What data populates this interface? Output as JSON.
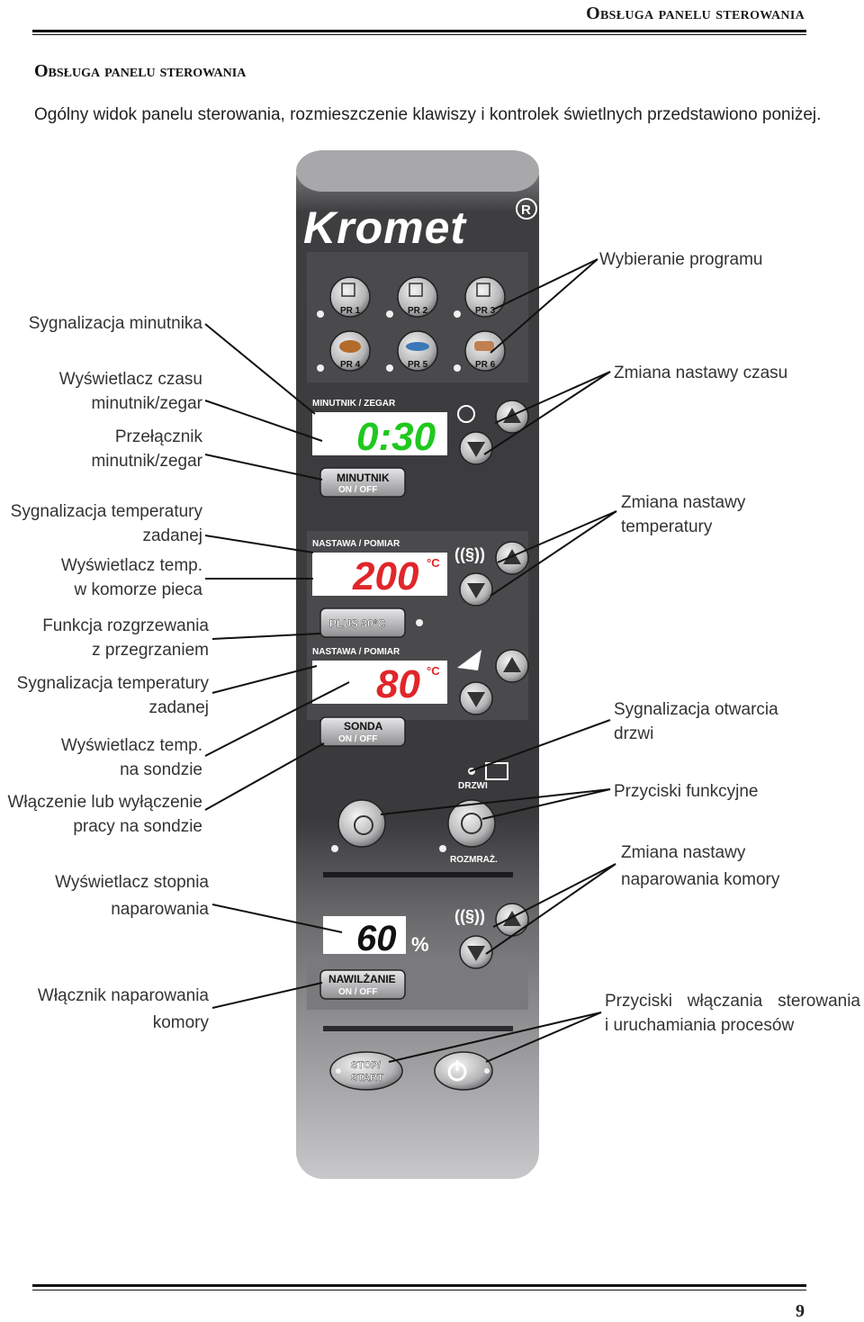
{
  "header": {
    "title": "Obsługa panelu sterowania",
    "page_number": "9"
  },
  "section": {
    "title": "Obsługa panelu sterowania",
    "intro": "Ogólny widok panelu sterowania, rozmieszczenie klawiszy i kontrolek świetlnych przedstawiono poniżej."
  },
  "panel": {
    "brand": "Kromet",
    "registered": "R",
    "programs": [
      "PR 1",
      "PR 2",
      "PR 3",
      "PR 4",
      "PR 5",
      "PR 6"
    ],
    "timer_label": "MINUTNIK / ZEGAR",
    "timer_value": "0:30",
    "minutnik_button": "MINUTNIK",
    "on_off": "ON / OFF",
    "nastawa_label": "NASTAWA / POMIAR",
    "temp_value": "200",
    "temp_unit": "°C",
    "plus_button": "PLUS 30°C",
    "probe_value": "80",
    "sonda_button": "SONDA",
    "door_label": "DRZWI",
    "defrost_label": "ROZMRAŻ.",
    "humidity_value": "60",
    "humidity_unit": "%",
    "nawilzanie_button": "NAWILŻANIE",
    "stop_label": "STOP/",
    "start_label": "START",
    "colors": {
      "panel": "#3a3a3c",
      "panel_light": "#8a8a8c",
      "led_green": "#1fc81f",
      "led_red": "#e0262a",
      "display_bg": "#ffffff"
    }
  },
  "labels": {
    "wybieranie": "Wybieranie programu",
    "sygn_minutnika": "Sygnalizacja minutnika",
    "wysw_czasu_1": "Wyświetlacz czasu",
    "wysw_czasu_2": "minutnik/zegar",
    "przelacznik_1": "Przełącznik",
    "przelacznik_2": "minutnik/zegar",
    "zmiana_czasu": "Zmiana nastawy czasu",
    "sygn_temp_1": "Sygnalizacja temperatury",
    "sygn_temp_2": "zadanej",
    "wysw_temp_1": "Wyświetlacz temp.",
    "wysw_temp_2": "w komorze pieca",
    "zmiana_temp_1": "Zmiana nastawy",
    "zmiana_temp_2": "temperatury",
    "funkcja_1": "Funkcja rozgrzewania",
    "funkcja_2": "z przegrzaniem",
    "sygn_temp2_1": "Sygnalizacja temperatury",
    "sygn_temp2_2": "zadanej",
    "wysw_sonda_1": "Wyświetlacz temp.",
    "wysw_sonda_2": "na sondzie",
    "sygn_drzwi_1": "Sygnalizacja otwarcia",
    "sygn_drzwi_2": "drzwi",
    "wlaczenie_1": "Włączenie lub wyłączenie",
    "wlaczenie_2": "pracy na sondzie",
    "przyciski_funk": "Przyciski funkcyjne",
    "zmiana_nap_1": "Zmiana nastawy",
    "zmiana_nap_2": "naparowania komory",
    "wysw_stopnia_1": "Wyświetlacz stopnia",
    "wysw_stopnia_2": "naparowania",
    "wlacznik_1": "Włącznik naparowania",
    "wlacznik_2": "komory",
    "przyciski_wl_1": "Przyciski włączania sterowania",
    "przyciski_wl_2": "i uruchamiania procesów"
  }
}
